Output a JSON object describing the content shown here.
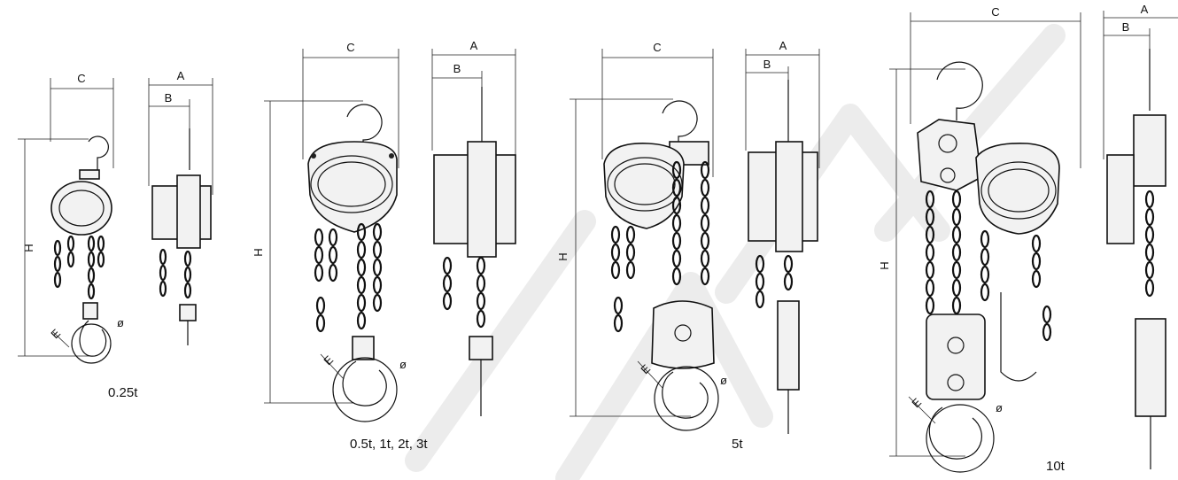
{
  "figures": [
    {
      "capacity_label": "0.25t",
      "dims": {
        "C": "C",
        "A": "A",
        "B": "B",
        "H": "H",
        "E": "E",
        "phi": "ø"
      }
    },
    {
      "capacity_label": "0.5t, 1t, 2t, 3t",
      "dims": {
        "C": "C",
        "A": "A",
        "B": "B",
        "H": "H",
        "E": "E",
        "phi": "ø"
      }
    },
    {
      "capacity_label": "5t",
      "dims": {
        "C": "C",
        "A": "A",
        "B": "B",
        "H": "H",
        "E": "E",
        "phi": "ø"
      }
    },
    {
      "capacity_label": "10t",
      "dims": {
        "C": "C",
        "A": "A",
        "B": "B",
        "H": "H",
        "E": "E",
        "phi": "ø"
      }
    }
  ],
  "colors": {
    "line": "#111111",
    "watermark": "#ececec",
    "background": "#ffffff"
  }
}
